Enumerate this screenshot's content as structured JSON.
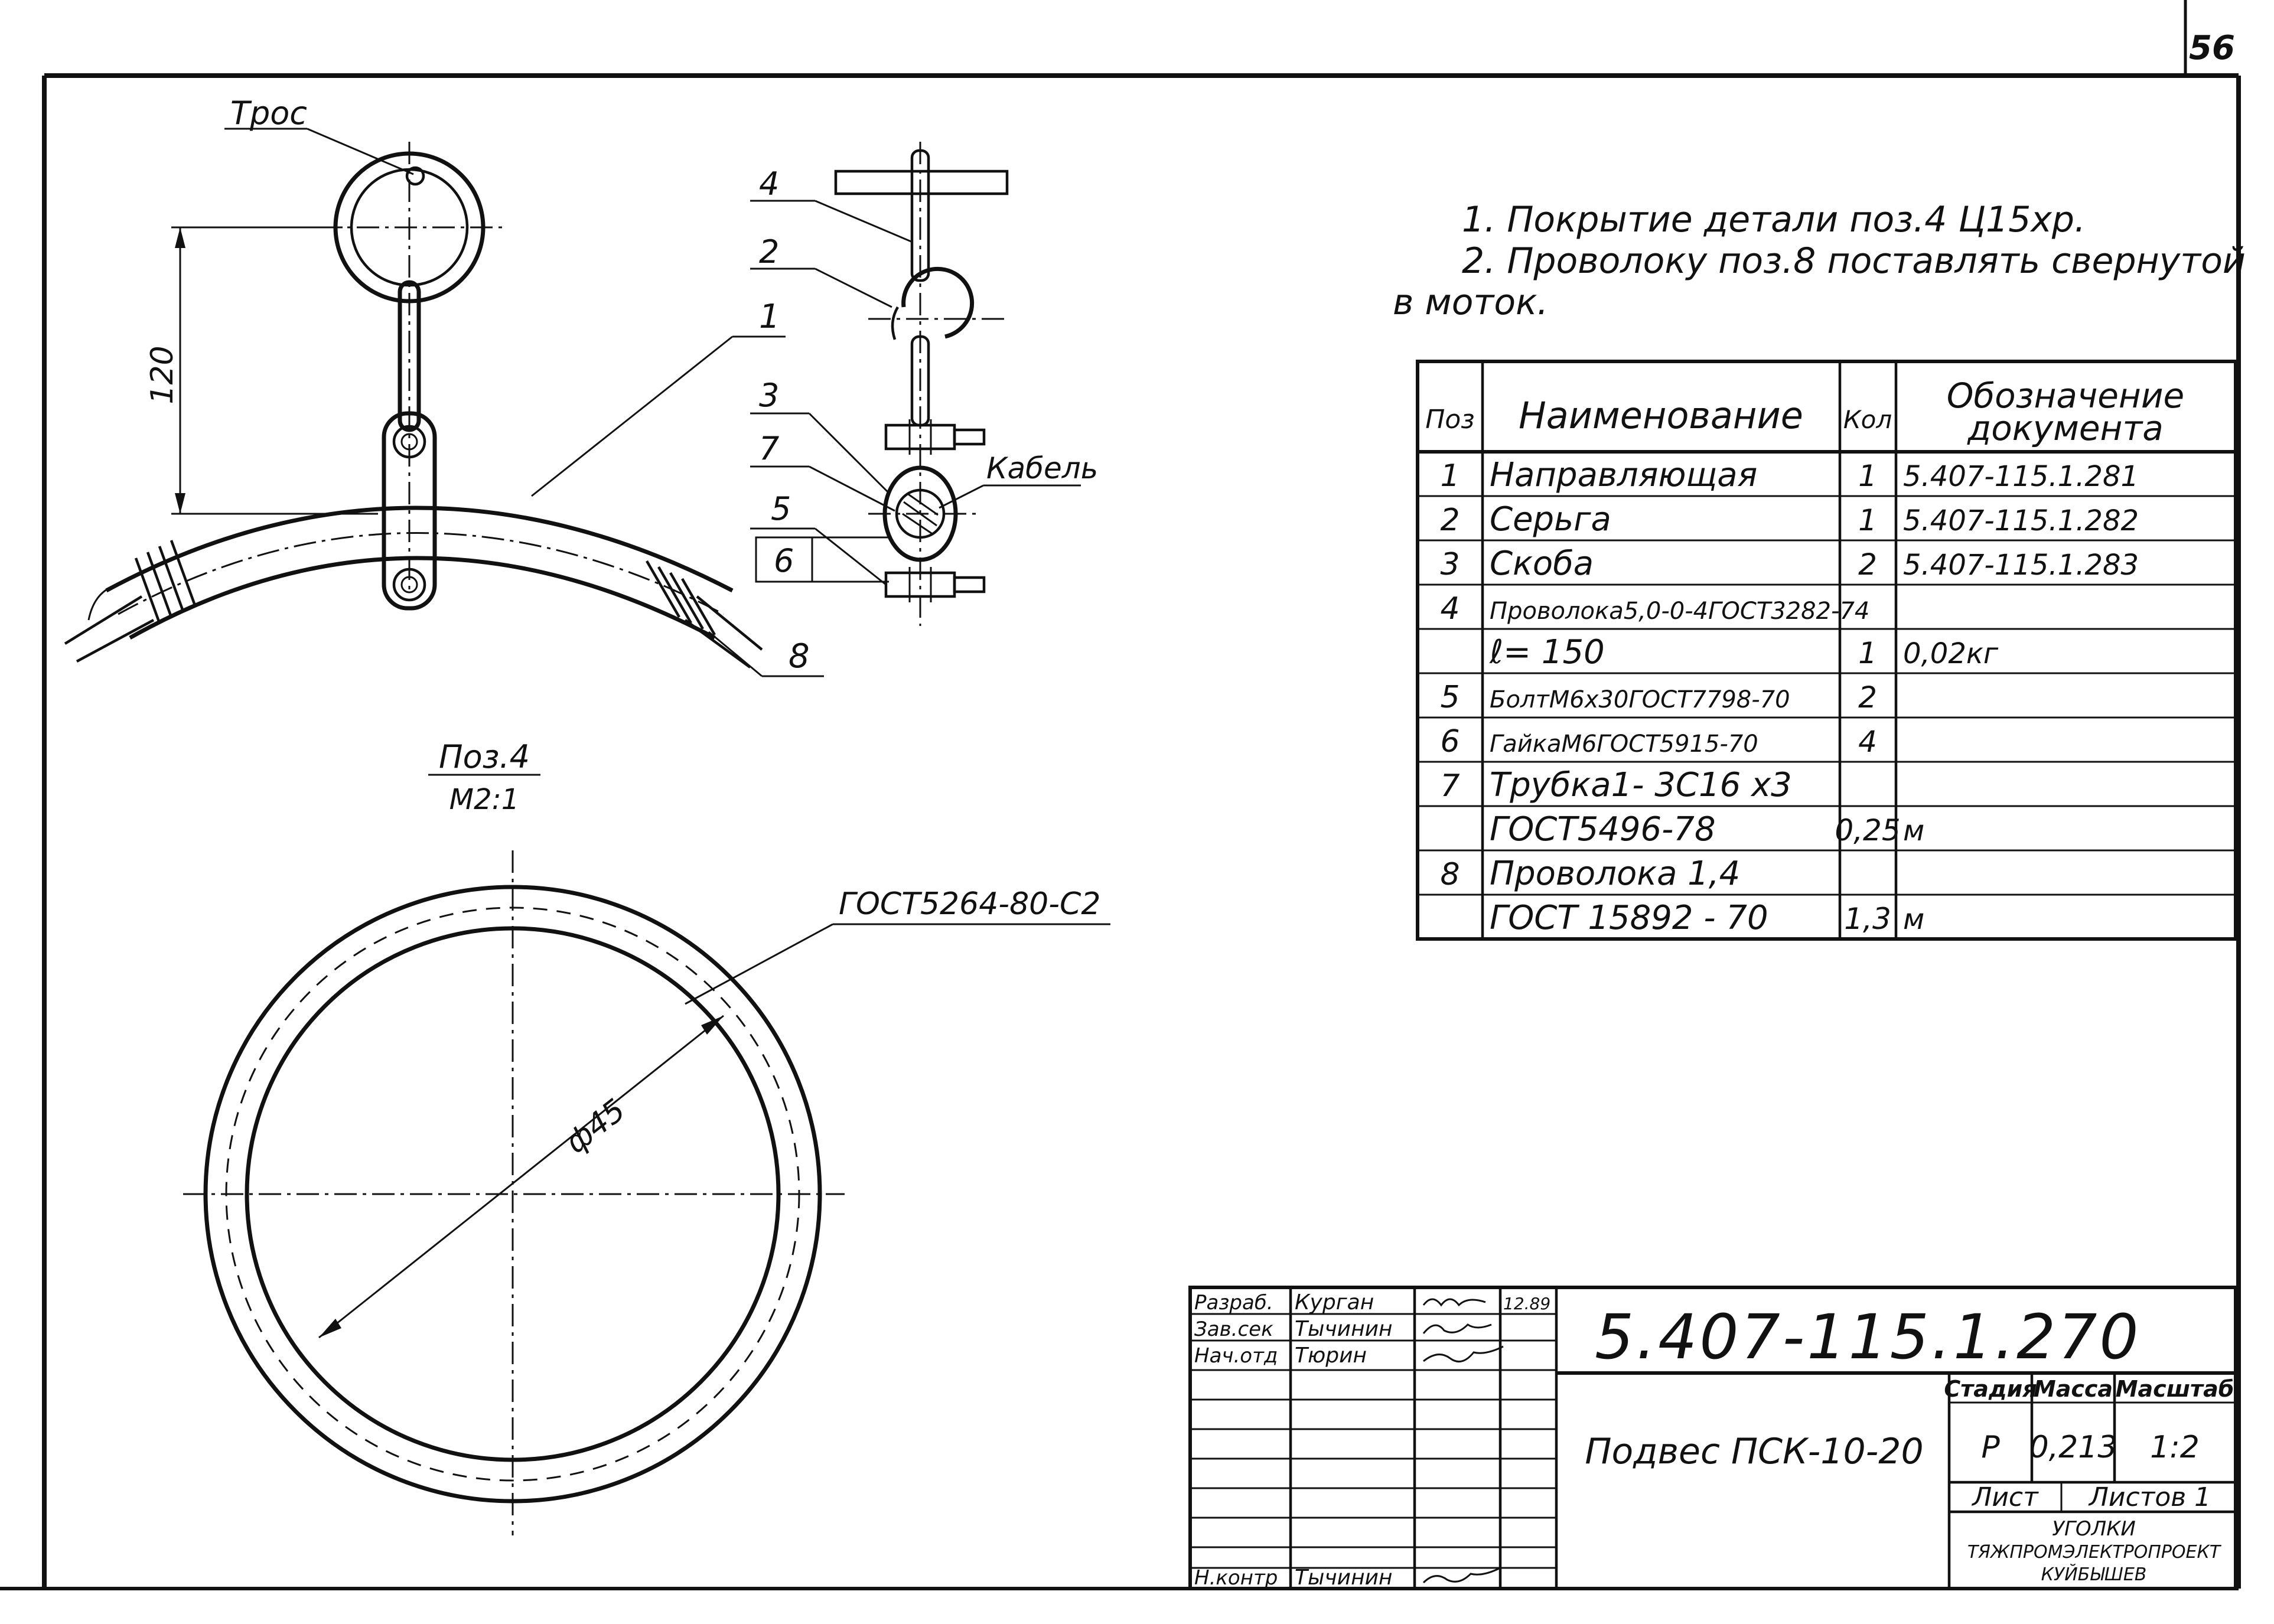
{
  "sheet_number": "56",
  "notes": [
    "1. Покрытие детали поз.4 Ц15хр.",
    "2. Проволоку поз.8 поставлять свернутой",
    "в моток."
  ],
  "main_view": {
    "callout_tros": "Трос",
    "dim_120": "120",
    "leader_1": "1",
    "leader_8": "8"
  },
  "side_view": {
    "leaders": [
      "4",
      "2",
      "3",
      "7",
      "5",
      "6"
    ],
    "callout_cable": "Кабель"
  },
  "detail_view": {
    "title": "Поз.4",
    "scale": "М2:1",
    "material": "ГОСТ5264-80-С2",
    "diameter": "ф45"
  },
  "spec_table": {
    "headers": {
      "pos": "Поз",
      "name": "Наименование",
      "qty": "Кол",
      "doc_line1": "Обозначение",
      "doc_line2": "документа"
    },
    "rows": [
      {
        "pos": "1",
        "name": "Направляющая",
        "qty": "1",
        "doc": "5.407-115.1.281"
      },
      {
        "pos": "2",
        "name": "Серьга",
        "qty": "1",
        "doc": "5.407-115.1.282"
      },
      {
        "pos": "3",
        "name": "Скоба",
        "qty": "2",
        "doc": "5.407-115.1.283"
      },
      {
        "pos": "4",
        "name": "Проволока5,0-0-4ГОСТ3282-74",
        "qty": "",
        "doc": ""
      },
      {
        "pos": "",
        "name": "ℓ= 150",
        "qty": "1",
        "doc": "0,02кг"
      },
      {
        "pos": "5",
        "name": "БолтМ6х30ГОСТ7798-70",
        "qty": "2",
        "doc": ""
      },
      {
        "pos": "6",
        "name": "ГайкаМ6ГОСТ5915-70",
        "qty": "4",
        "doc": ""
      },
      {
        "pos": "7",
        "name": "Трубка1- 3С16 х3",
        "qty": "",
        "doc": ""
      },
      {
        "pos": "",
        "name": "ГОСТ5496-78",
        "qty": "0,25",
        "doc": "м"
      },
      {
        "pos": "8",
        "name": "Проволока 1,4",
        "qty": "",
        "doc": ""
      },
      {
        "pos": "",
        "name": "ГОСТ 15892 - 70",
        "qty": "1,3",
        "doc": "м"
      }
    ]
  },
  "title_block": {
    "doc_code": "5.407-115.1.270",
    "title": "Подвес ПСК-10-20",
    "signers": [
      {
        "role": "Разраб.",
        "name": "Курган",
        "date": "12.89"
      },
      {
        "role": "Зав.сек",
        "name": "Тычинин",
        "date": ""
      },
      {
        "role": "Нач.отд",
        "name": "Тюрин",
        "date": ""
      },
      {
        "role": "Н.контр",
        "name": "Тычинин",
        "date": ""
      }
    ],
    "stage_label": "Стадия",
    "mass_label": "Масса",
    "scale_label": "Масштаб",
    "stage": "Р",
    "mass": "0,213",
    "scale": "1:2",
    "sheet_label": "Лист",
    "sheets_label": "Листов 1",
    "org_line1": "УГОЛКИ",
    "org_line2": "ТЯЖПРОМЭЛЕКТРОПРОЕКТ",
    "org_line3": "КУЙБЫШЕВ"
  }
}
